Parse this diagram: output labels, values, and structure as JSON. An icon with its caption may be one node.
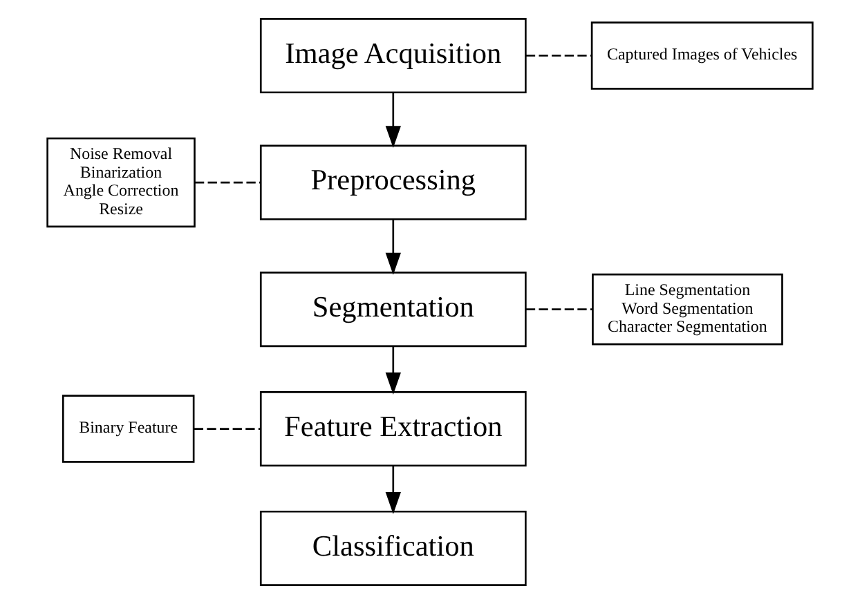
{
  "diagram": {
    "nodes": [
      {
        "text": [
          "Image Acquisition"
        ]
      },
      {
        "text": [
          "Captured Images of Vehicles"
        ]
      },
      {
        "text": [
          "Noise Removal",
          "Binarization",
          "Angle Correction",
          "Resize"
        ]
      },
      {
        "text": [
          "Preprocessing"
        ]
      },
      {
        "text": [
          "Segmentation"
        ]
      },
      {
        "text": [
          "Line Segmentation",
          "Word Segmentation",
          "Character Segmentation"
        ]
      },
      {
        "text": [
          "Binary Feature"
        ]
      },
      {
        "text": [
          "Feature Extraction"
        ]
      },
      {
        "text": [
          "Classification"
        ]
      }
    ],
    "edges": [
      {
        "from": 0,
        "to": 3,
        "arrow": "to"
      },
      {
        "from": 3,
        "to": 4,
        "arrow": "to"
      },
      {
        "from": 4,
        "to": 7,
        "arrow": "to"
      },
      {
        "from": 7,
        "to": 8,
        "arrow": "to"
      },
      {
        "from": 0,
        "to": 1,
        "arrow": "none",
        "style": "dashed"
      },
      {
        "from": 2,
        "to": 3,
        "arrow": "none",
        "style": "dashed"
      },
      {
        "from": 4,
        "to": 5,
        "arrow": "none",
        "style": "dashed"
      },
      {
        "from": 6,
        "to": 7,
        "arrow": "none",
        "style": "dashed"
      }
    ]
  }
}
